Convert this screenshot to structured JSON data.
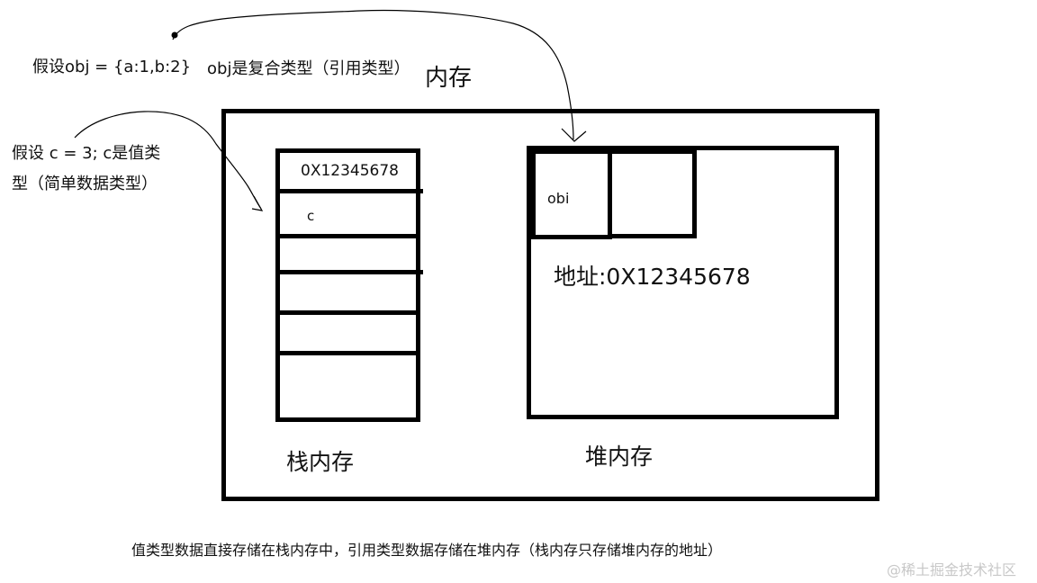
{
  "annotations": {
    "obj_assumption": "假设obj = {a:1,b:2}",
    "obj_type_note": "obj是复合类型（引用类型）",
    "c_assumption_line1": "假设 c = 3; c是值类",
    "c_assumption_line2": "型（简单数据类型）"
  },
  "memory": {
    "title": "内存",
    "stack": {
      "label": "栈内存",
      "cells": [
        "0X12345678",
        "c",
        "",
        "",
        "",
        ""
      ]
    },
    "heap": {
      "label": "堆内存",
      "cells": [
        "obi",
        ""
      ],
      "address_label": "地址:0X12345678"
    }
  },
  "footer": {
    "summary": "值类型数据直接存储在栈内存中，引用类型数据存储在堆内存（栈内存只存储堆内存的地址）",
    "watermark": "@稀土掘金技术社区"
  },
  "colors": {
    "stroke": "#000000",
    "text": "#111111",
    "watermark": "#c8c8c8",
    "background": "#ffffff"
  }
}
